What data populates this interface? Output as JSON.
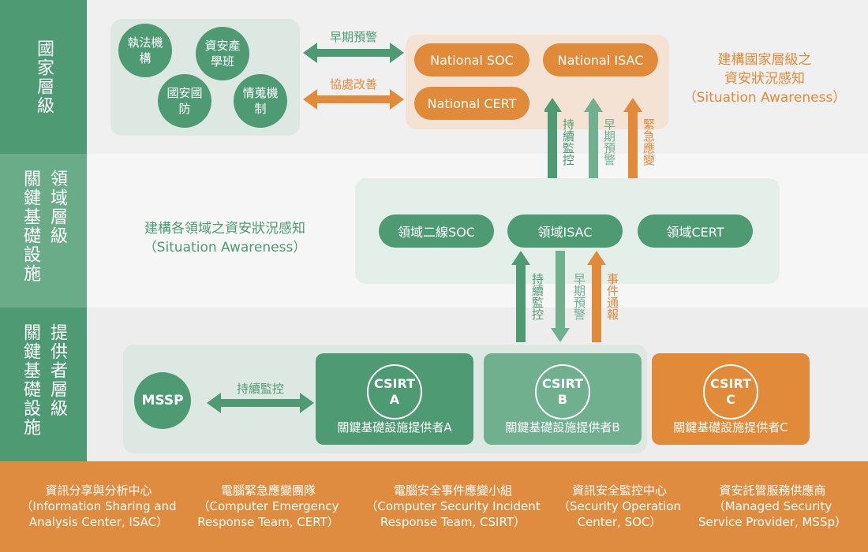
{
  "colors": {
    "green": "#4e9a72",
    "light_green": "#70b08f",
    "orange": "#e08a3a",
    "legend_bg": "#df8c40"
  },
  "sidebar": {
    "national": "國家層級",
    "domain_col1": "領域層級",
    "domain_col2": "關鍵基礎設施",
    "provider_col1": "提供者層級",
    "provider_col2": "關鍵基礎設施"
  },
  "national": {
    "agencies": [
      "執法機構",
      "資安產學班",
      "國安國防",
      "情蒐機制"
    ],
    "arrow_top": "早期預警",
    "arrow_bottom": "協處改善",
    "entities": [
      "National SOC",
      "National ISAC",
      "National CERT"
    ],
    "awareness_line1": "建構國家層級之",
    "awareness_line2": "資安狀況感知",
    "awareness_line3": "（Situation Awareness）",
    "vert_arrows": [
      "持續監控",
      "早期預警",
      "緊急應變"
    ]
  },
  "domain": {
    "awareness_line1": "建構各領域之資安狀況感知",
    "awareness_line2": "（Situation Awareness）",
    "entities": [
      "領域二線SOC",
      "領域ISAC",
      "領域CERT"
    ],
    "vert_arrows": [
      "持續監控",
      "早期預警",
      "事件通報"
    ]
  },
  "provider": {
    "mssp": "MSSP",
    "mssp_arrow": "持續監控",
    "csirts": [
      {
        "line1": "CSIRT",
        "line2": "A",
        "caption": "關鍵基礎設施提供者A"
      },
      {
        "line1": "CSIRT",
        "line2": "B",
        "caption": "關鍵基礎設施提供者B"
      },
      {
        "line1": "CSIRT",
        "line2": "C",
        "caption": "關鍵基礎設施提供者C"
      }
    ]
  },
  "legend": [
    {
      "zh": "資訊分享與分析中心",
      "en1": "（Information Sharing and",
      "en2": "Analysis Center, ISAC）"
    },
    {
      "zh": "電腦緊急應變團隊",
      "en1": "（Computer Emergency",
      "en2": "Response Team, CERT）"
    },
    {
      "zh": "電腦安全事件應變小組",
      "en1": "（Computer Security Incident",
      "en2": "Response Team, CSIRT）"
    },
    {
      "zh": "資訊安全監控中心",
      "en1": "（Security Operation",
      "en2": "Center, SOC）"
    },
    {
      "zh": "資安託管服務供應商",
      "en1": "（Managed Security",
      "en2": "Service Provider, MSSp）"
    }
  ]
}
